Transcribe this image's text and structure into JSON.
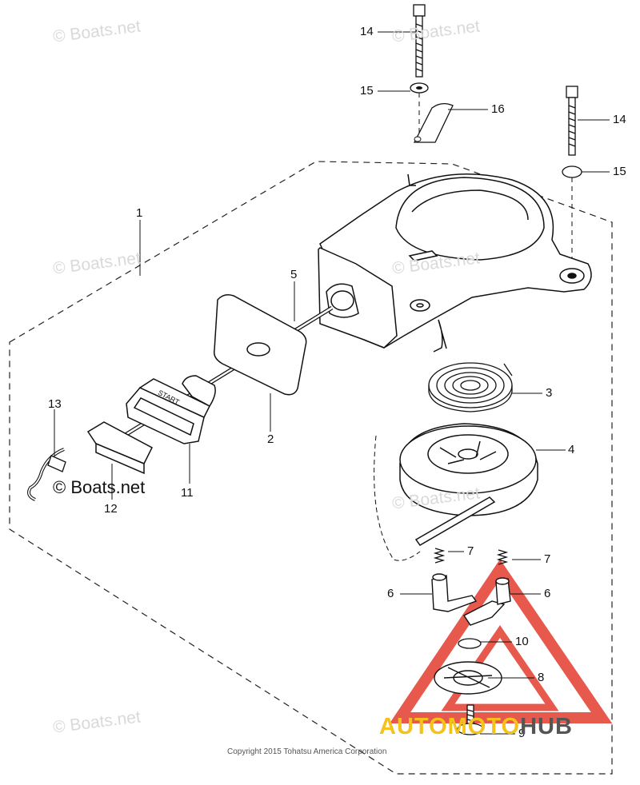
{
  "callouts": [
    "14",
    "15",
    "16",
    "14",
    "15",
    "1",
    "5",
    "3",
    "4",
    "13",
    "2",
    "11",
    "12",
    "7",
    "7",
    "6",
    "6",
    "10",
    "8",
    "9"
  ],
  "watermark": "© Boats.net",
  "copyright": "Copyright 2015 Tohatsu America Corporation",
  "logo": {
    "part1": "AUTO",
    "part2": "MOTO",
    "part3": "HUB"
  },
  "colors": {
    "line": "#1a1a1a",
    "watermark": "#d9d9d9",
    "logo_red": "#e33b2e",
    "logo_yellow": "#f4c21a",
    "logo_gray": "#555555"
  }
}
